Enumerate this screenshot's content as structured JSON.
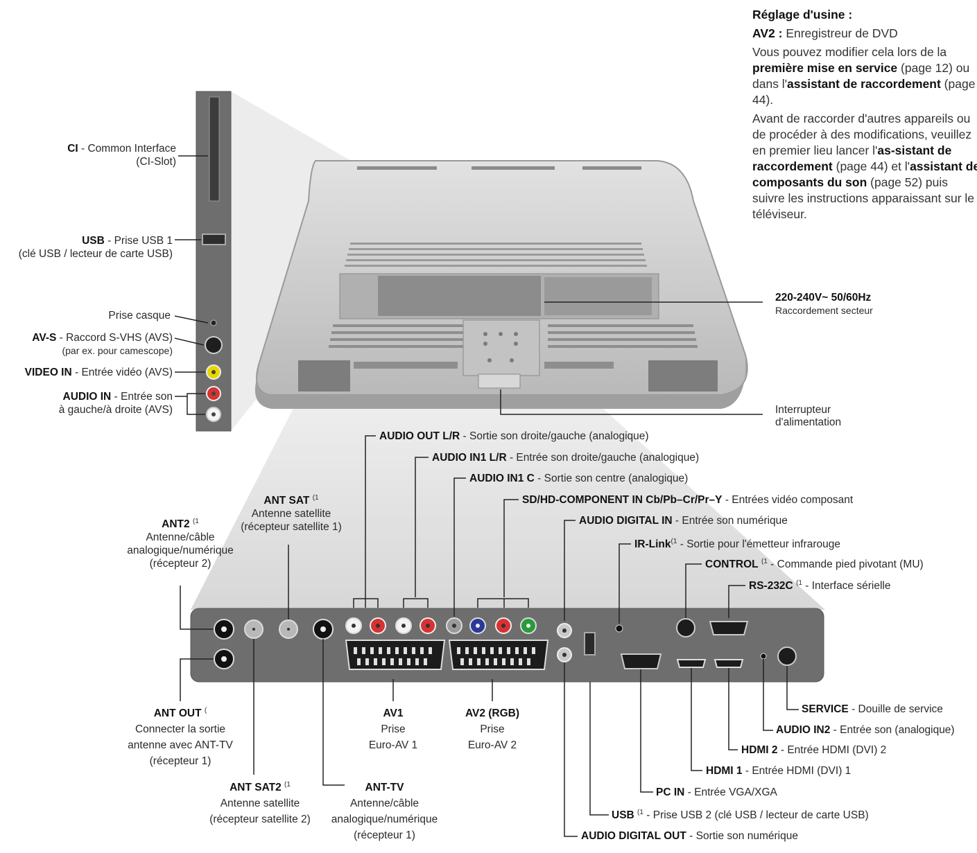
{
  "info": {
    "factory_heading": "Réglage d'usine :",
    "av2_key": "AV2 :",
    "av2_value": "Enregistreur de DVD",
    "p1_a": "Vous pouvez modifier cela lors de la ",
    "p1_b": "première mise en service",
    "p1_c": " (page 12) ou dans l'",
    "p1_d": "assistant de raccordement",
    "p1_e": " (page 44).",
    "p2_a": "Avant de raccorder d'autres appareils ou de procéder à des modifications, veuillez en premier lieu lancer l'",
    "p2_b": "as-sistant de raccordement",
    "p2_c": " (page 44) et l'",
    "p2_d": "assistant de composants du son",
    "p2_e": " (page 52) puis suivre les instructions apparaissant sur le téléviseur."
  },
  "power": {
    "mains_title": "220-240V~ 50/60Hz",
    "mains_desc": "Raccordement secteur",
    "switch_l1": "Interrupteur",
    "switch_l2": "d'alimentation"
  },
  "side_panel": {
    "ci_name": "CI",
    "ci_desc": " - Common Interface",
    "ci_sub": "(CI-Slot)",
    "usb_name": "USB",
    "usb_desc": " - Prise USB 1",
    "usb_sub": "(clé USB / lecteur de carte USB)",
    "headphone": "Prise casque",
    "avs_name": "AV-S",
    "avs_desc": " - Raccord S-VHS (AVS)",
    "avs_sub": "(par ex. pour camescope)",
    "video_name": "VIDEO IN",
    "video_desc": " - Entrée vidéo (AVS)",
    "audio_name": "AUDIO IN",
    "audio_desc": " - Entrée son",
    "audio_sub": "à gauche/à droite (AVS)"
  },
  "top_labels": {
    "audio_out_name": "AUDIO OUT L/R",
    "audio_out_desc": " - Sortie son droite/gauche (analogique)",
    "audio_in1_name": "AUDIO IN1 L/R",
    "audio_in1_desc": " - Entrée son droite/gauche (analogique)",
    "audio_in1c_name": "AUDIO IN1 C",
    "audio_in1c_desc": " - Sortie son centre (analogique)",
    "component_name": "SD/HD-COMPONENT IN Cb/Pb–Cr/Pr–Y",
    "component_desc": " - Entrées vidéo composant",
    "digital_in_name": "AUDIO DIGITAL IN",
    "digital_in_desc": " - Entrée son numérique",
    "irlink_name": "IR-Link",
    "irlink_note": "(1",
    "irlink_desc": " - Sortie pour l'émetteur infrarouge",
    "control_name": "CONTROL",
    "control_note": "(1",
    "control_desc": " - Commande pied pivotant (MU)",
    "rs232_name": "RS-232C",
    "rs232_note": "(1",
    "rs232_desc": " - Interface sérielle"
  },
  "left_labels": {
    "antsat_name": "ANT SAT",
    "antsat_note": "(1",
    "antsat_l1": "Antenne satellite",
    "antsat_l2": "(récepteur satellite 1)",
    "ant2_name": "ANT2",
    "ant2_note": "(1",
    "ant2_l1": "Antenne/câble",
    "ant2_l2": "analogique/numérique",
    "ant2_l3": "(récepteur 2)"
  },
  "bottom_labels": {
    "antout_name": "ANT OUT",
    "antout_note": "(",
    "antout_l1": "Connecter la sortie",
    "antout_l2": "antenne avec ANT-TV",
    "antout_l3": "(récepteur 1)",
    "antsat2_name": "ANT SAT2",
    "antsat2_note": "(1",
    "antsat2_l1": "Antenne satellite",
    "antsat2_l2": "(récepteur satellite 2)",
    "anttv_name": "ANT-TV",
    "anttv_l1": "Antenne/câble",
    "anttv_l2": "analogique/numérique",
    "anttv_l3": "(récepteur 1)",
    "av1_name": "AV1",
    "av1_l1": "Prise",
    "av1_l2": "Euro-AV 1",
    "av2_name": "AV2 (RGB)",
    "av2_l1": "Prise",
    "av2_l2": "Euro-AV 2",
    "service_name": "SERVICE",
    "service_desc": " - Douille de service",
    "audioin2_name": "AUDIO IN2",
    "audioin2_desc": " - Entrée son (analogique)",
    "hdmi2_name": "HDMI 2",
    "hdmi2_desc": " - Entrée HDMI (DVI) 2",
    "hdmi1_name": "HDMI 1",
    "hdmi1_desc": " - Entrée HDMI (DVI) 1",
    "pcin_name": "PC IN",
    "pcin_desc": " - Entrée VGA/XGA",
    "usb2_name": "USB",
    "usb2_note": "(1",
    "usb2_desc": " - Prise USB 2 (clé USB / lecteur de carte USB)",
    "digital_out_name": "AUDIO DIGITAL OUT",
    "digital_out_desc": " - Sortie son numérique"
  },
  "colors": {
    "panel": "#6e6e6e",
    "tv_body": "#cfcfcf",
    "red_jack": "#d83232",
    "yellow_jack": "#e8d800",
    "green_jack": "#2a9a3a",
    "blue_jack": "#2a3a9a"
  }
}
